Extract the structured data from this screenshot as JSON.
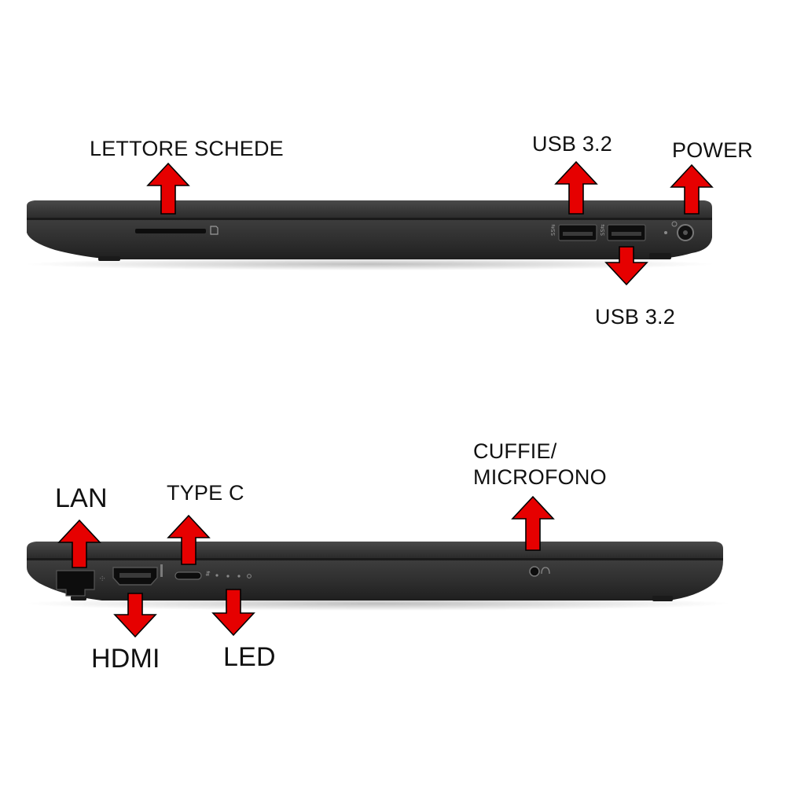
{
  "labels": {
    "card_reader": "LETTORE SCHEDE",
    "usb_top": "USB 3.2",
    "power": "POWER",
    "usb_bottom": "USB 3.2",
    "headphones_line1": "CUFFIE/",
    "headphones_line2": "MICROFONO",
    "lan": "LAN",
    "type_c": "TYPE C",
    "hdmi": "HDMI",
    "led": "LED"
  },
  "colors": {
    "arrow_fill": "#e60000",
    "arrow_stroke": "#000000",
    "chassis": "#3a3a3a",
    "port": "#0d0d0d"
  },
  "icons": [
    "sd-card-icon",
    "ss-usb-icon",
    "power-icon",
    "network-icon",
    "hdmi-icon",
    "usb-c-icon",
    "led-indicator-icon",
    "headphone-icon"
  ]
}
